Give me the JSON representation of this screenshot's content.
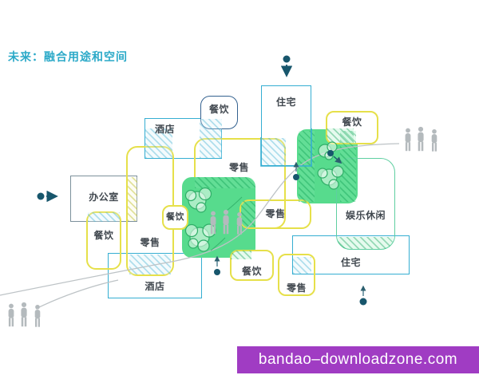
{
  "title": "未来：融合用途和空间",
  "banner": {
    "text": "bandao–downloadzone.com",
    "bg_color": "#A03CC3",
    "text_color": "#FFFFFF"
  },
  "labels": {
    "residential_top": "住宅",
    "dining_top": "餐饮",
    "hotel_top": "酒店",
    "dining_top_right": "餐饮",
    "office": "办公室",
    "dining_left": "餐饮",
    "retail_left": "零售",
    "dining_small": "餐饮",
    "retail_mid": "零售",
    "retail_center": "零售",
    "dining_bottom": "餐饮",
    "retail_bottom": "零售",
    "hotel_bottom": "酒店",
    "residential_bottom": "住宅",
    "entertainment": "娱乐休闲"
  },
  "colors": {
    "title_text": "#2BA9C8",
    "cyan_border": "#35AED2",
    "navy_border": "#33618F",
    "gray_border": "#7C909B",
    "yellow_border": "#E6E04A",
    "mint_border": "#5FCFA1",
    "park_green": "#57DB8D",
    "tree_green": "#2FAE67",
    "arrow_teal": "#17566C",
    "road_gray": "#BDC3C6",
    "label_text": "#424950",
    "banner_purple": "#A03CC3"
  },
  "icons": {
    "arrows": [
      {
        "name": "flow-arrow-top-icon",
        "direction": "down"
      },
      {
        "name": "flow-arrow-left-icon",
        "direction": "right"
      },
      {
        "name": "flow-arrow-park-center-icon",
        "direction": "up"
      },
      {
        "name": "flow-arrow-park-right-icon",
        "direction": "up"
      },
      {
        "name": "flow-arrow-park-diagonal-icon",
        "direction": "down-right"
      },
      {
        "name": "flow-arrow-bottom-right-icon",
        "direction": "up"
      }
    ],
    "people_groups": 3,
    "tree_clusters": 4,
    "roads": 2
  }
}
